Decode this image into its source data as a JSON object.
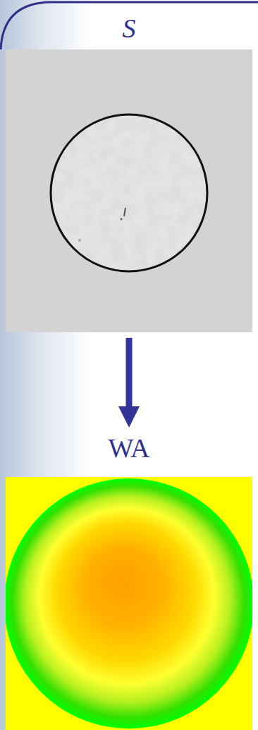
{
  "diagram": {
    "nodes": [
      {
        "text": [
          "S"
        ]
      },
      {
        "text": [
          "WA"
        ]
      }
    ],
    "edges": [
      {
        "from": 0,
        "to": 1,
        "arrow": "to"
      }
    ]
  }
}
